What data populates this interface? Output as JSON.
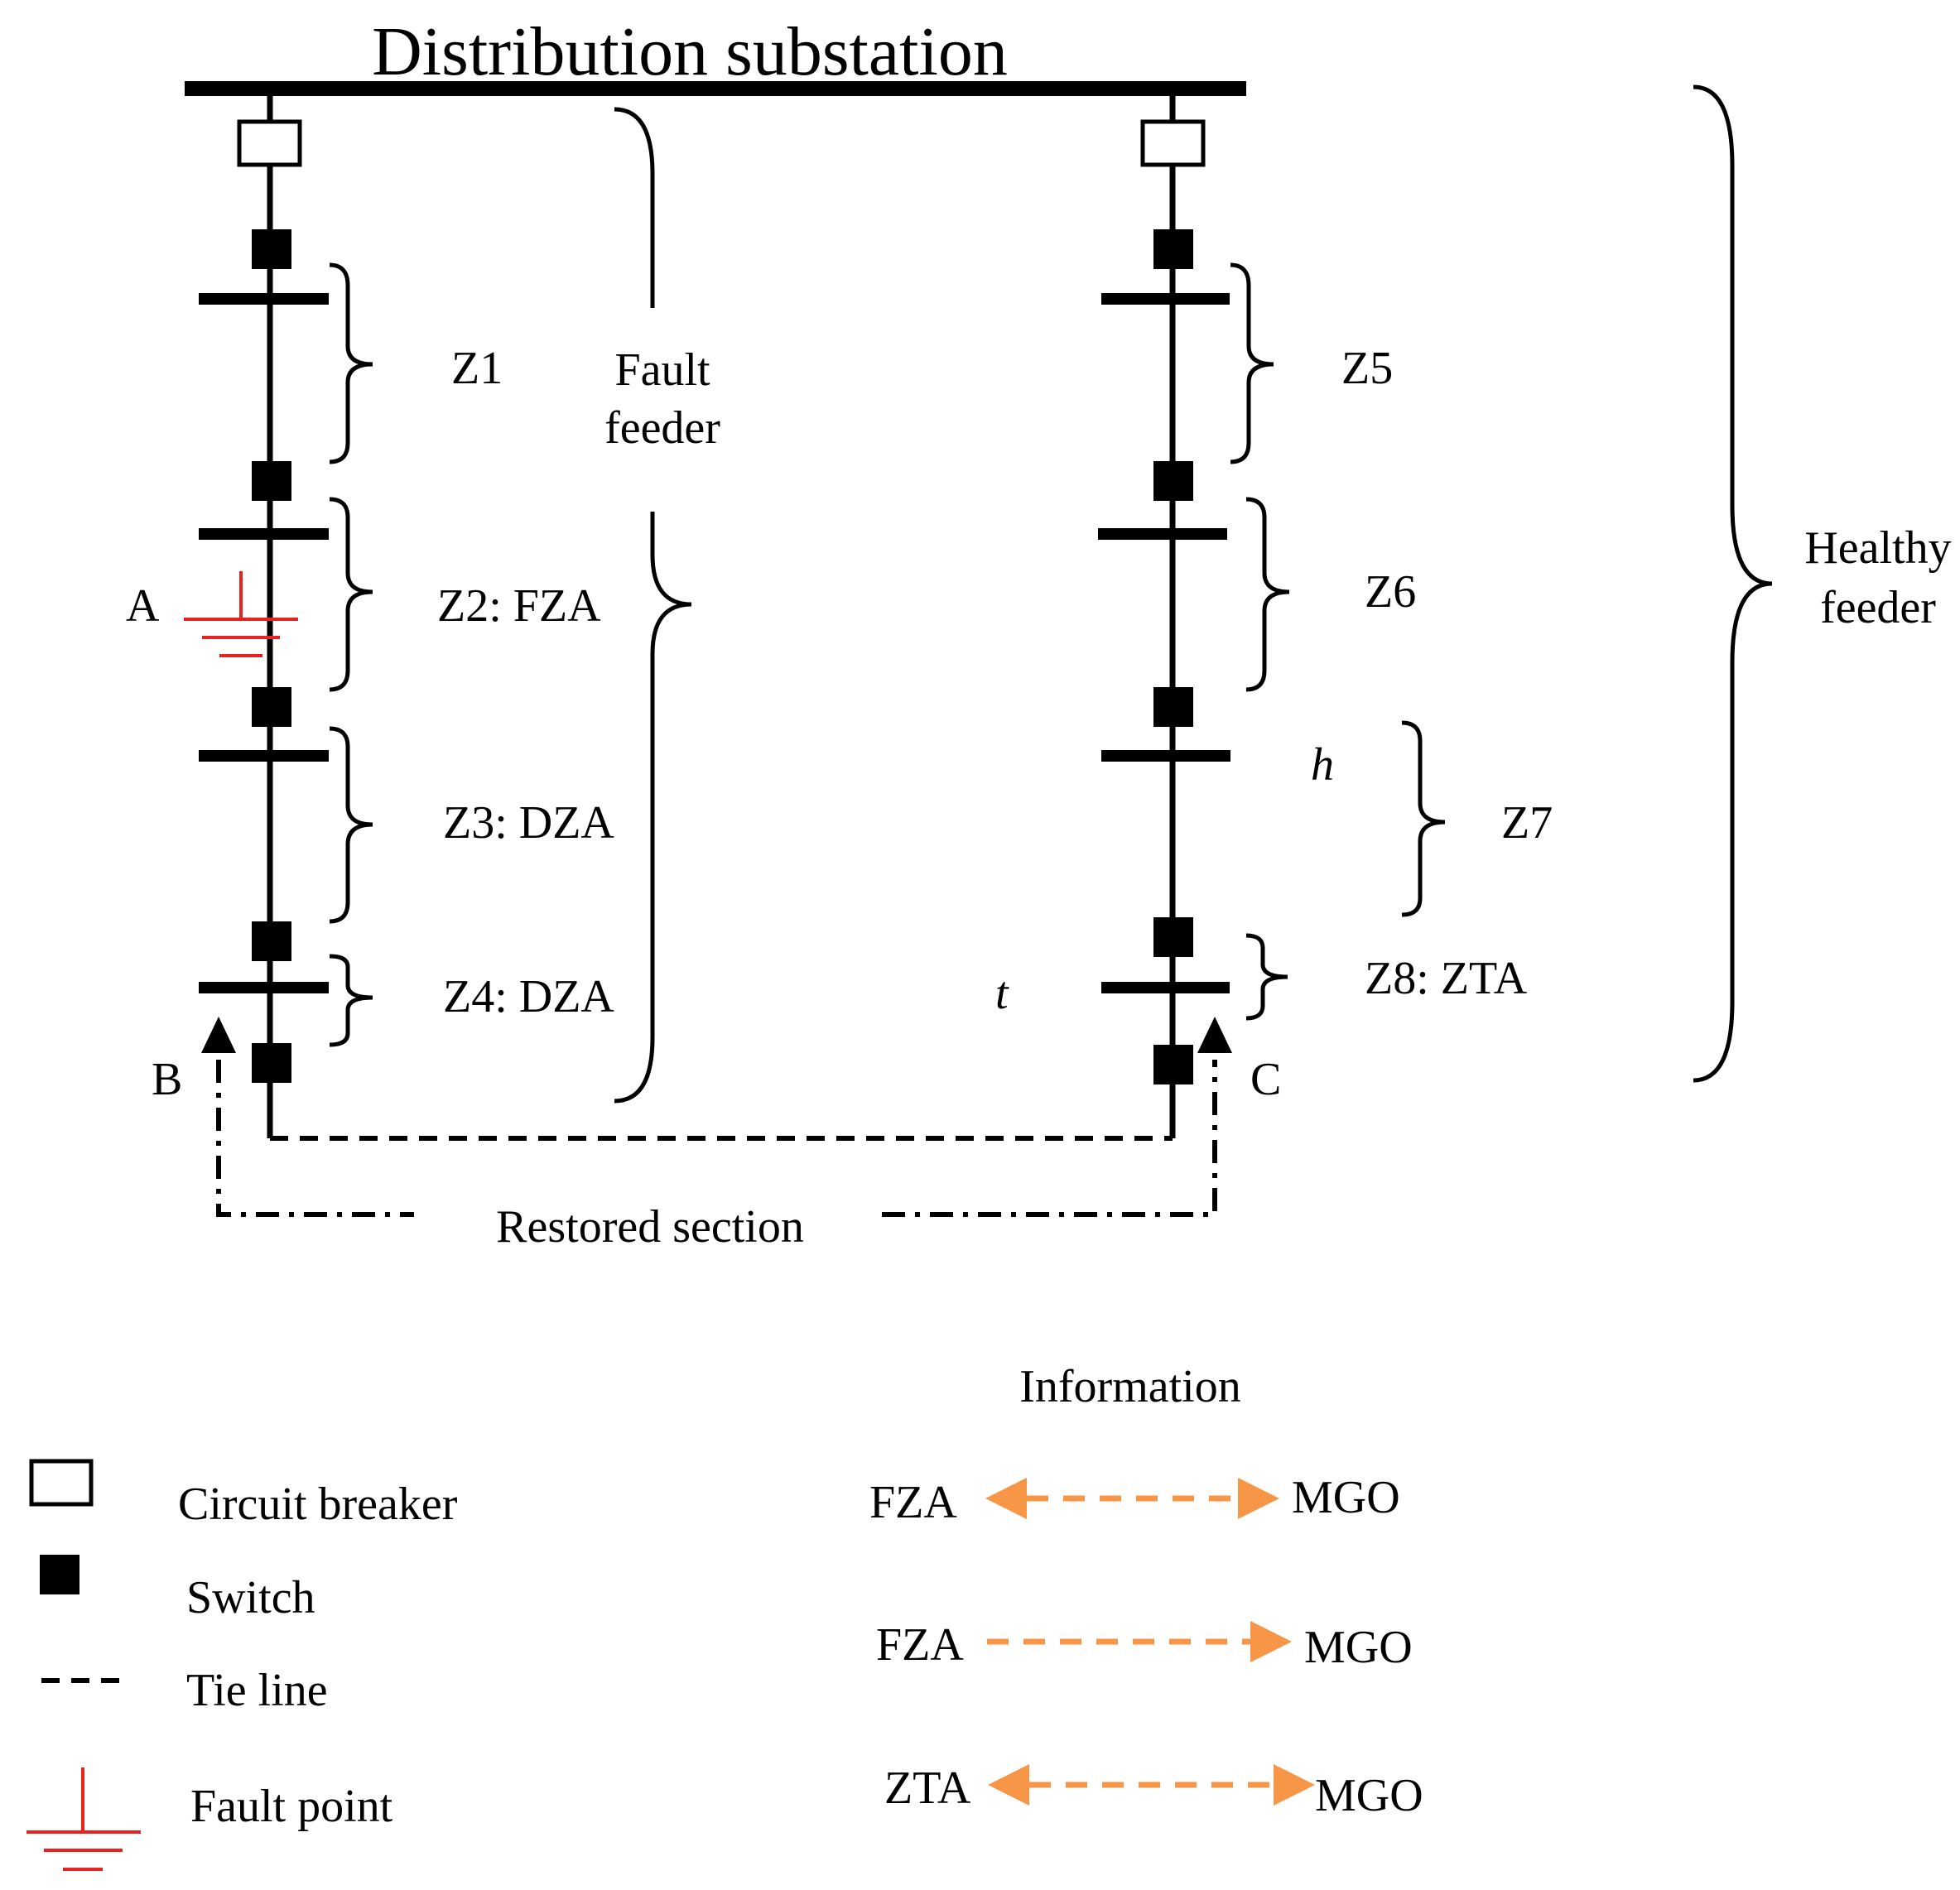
{
  "title": "Distribution substation",
  "feeder_labels": {
    "fault": [
      "Fault",
      "feeder"
    ],
    "healthy": [
      "Healthy",
      "feeder"
    ]
  },
  "zones": {
    "z1": "Z1",
    "z2": "Z2: FZA",
    "z3": "Z3: DZA",
    "z4": "Z4: DZA",
    "z5": "Z5",
    "z6": "Z6",
    "z7": "Z7",
    "z8": "Z8: ZTA"
  },
  "points": {
    "a": "A",
    "b": "B",
    "c": "C",
    "h": "h",
    "t": "t"
  },
  "restored_section": "Restored section",
  "legend": {
    "circuit_breaker": "Circuit breaker",
    "switch": "Switch",
    "tie_line": "Tie line",
    "fault_point": "Fault point"
  },
  "information": {
    "title": "Information",
    "rows": [
      {
        "from": "FZA",
        "to": "MGO",
        "direction": "bidirectional"
      },
      {
        "from": "FZA",
        "to": "MGO",
        "direction": "forward"
      },
      {
        "from": "ZTA",
        "to": "MGO",
        "direction": "bidirectional"
      }
    ]
  },
  "colors": {
    "line": "#000000",
    "fault": "#e8231f",
    "arrow": "#f79646"
  }
}
